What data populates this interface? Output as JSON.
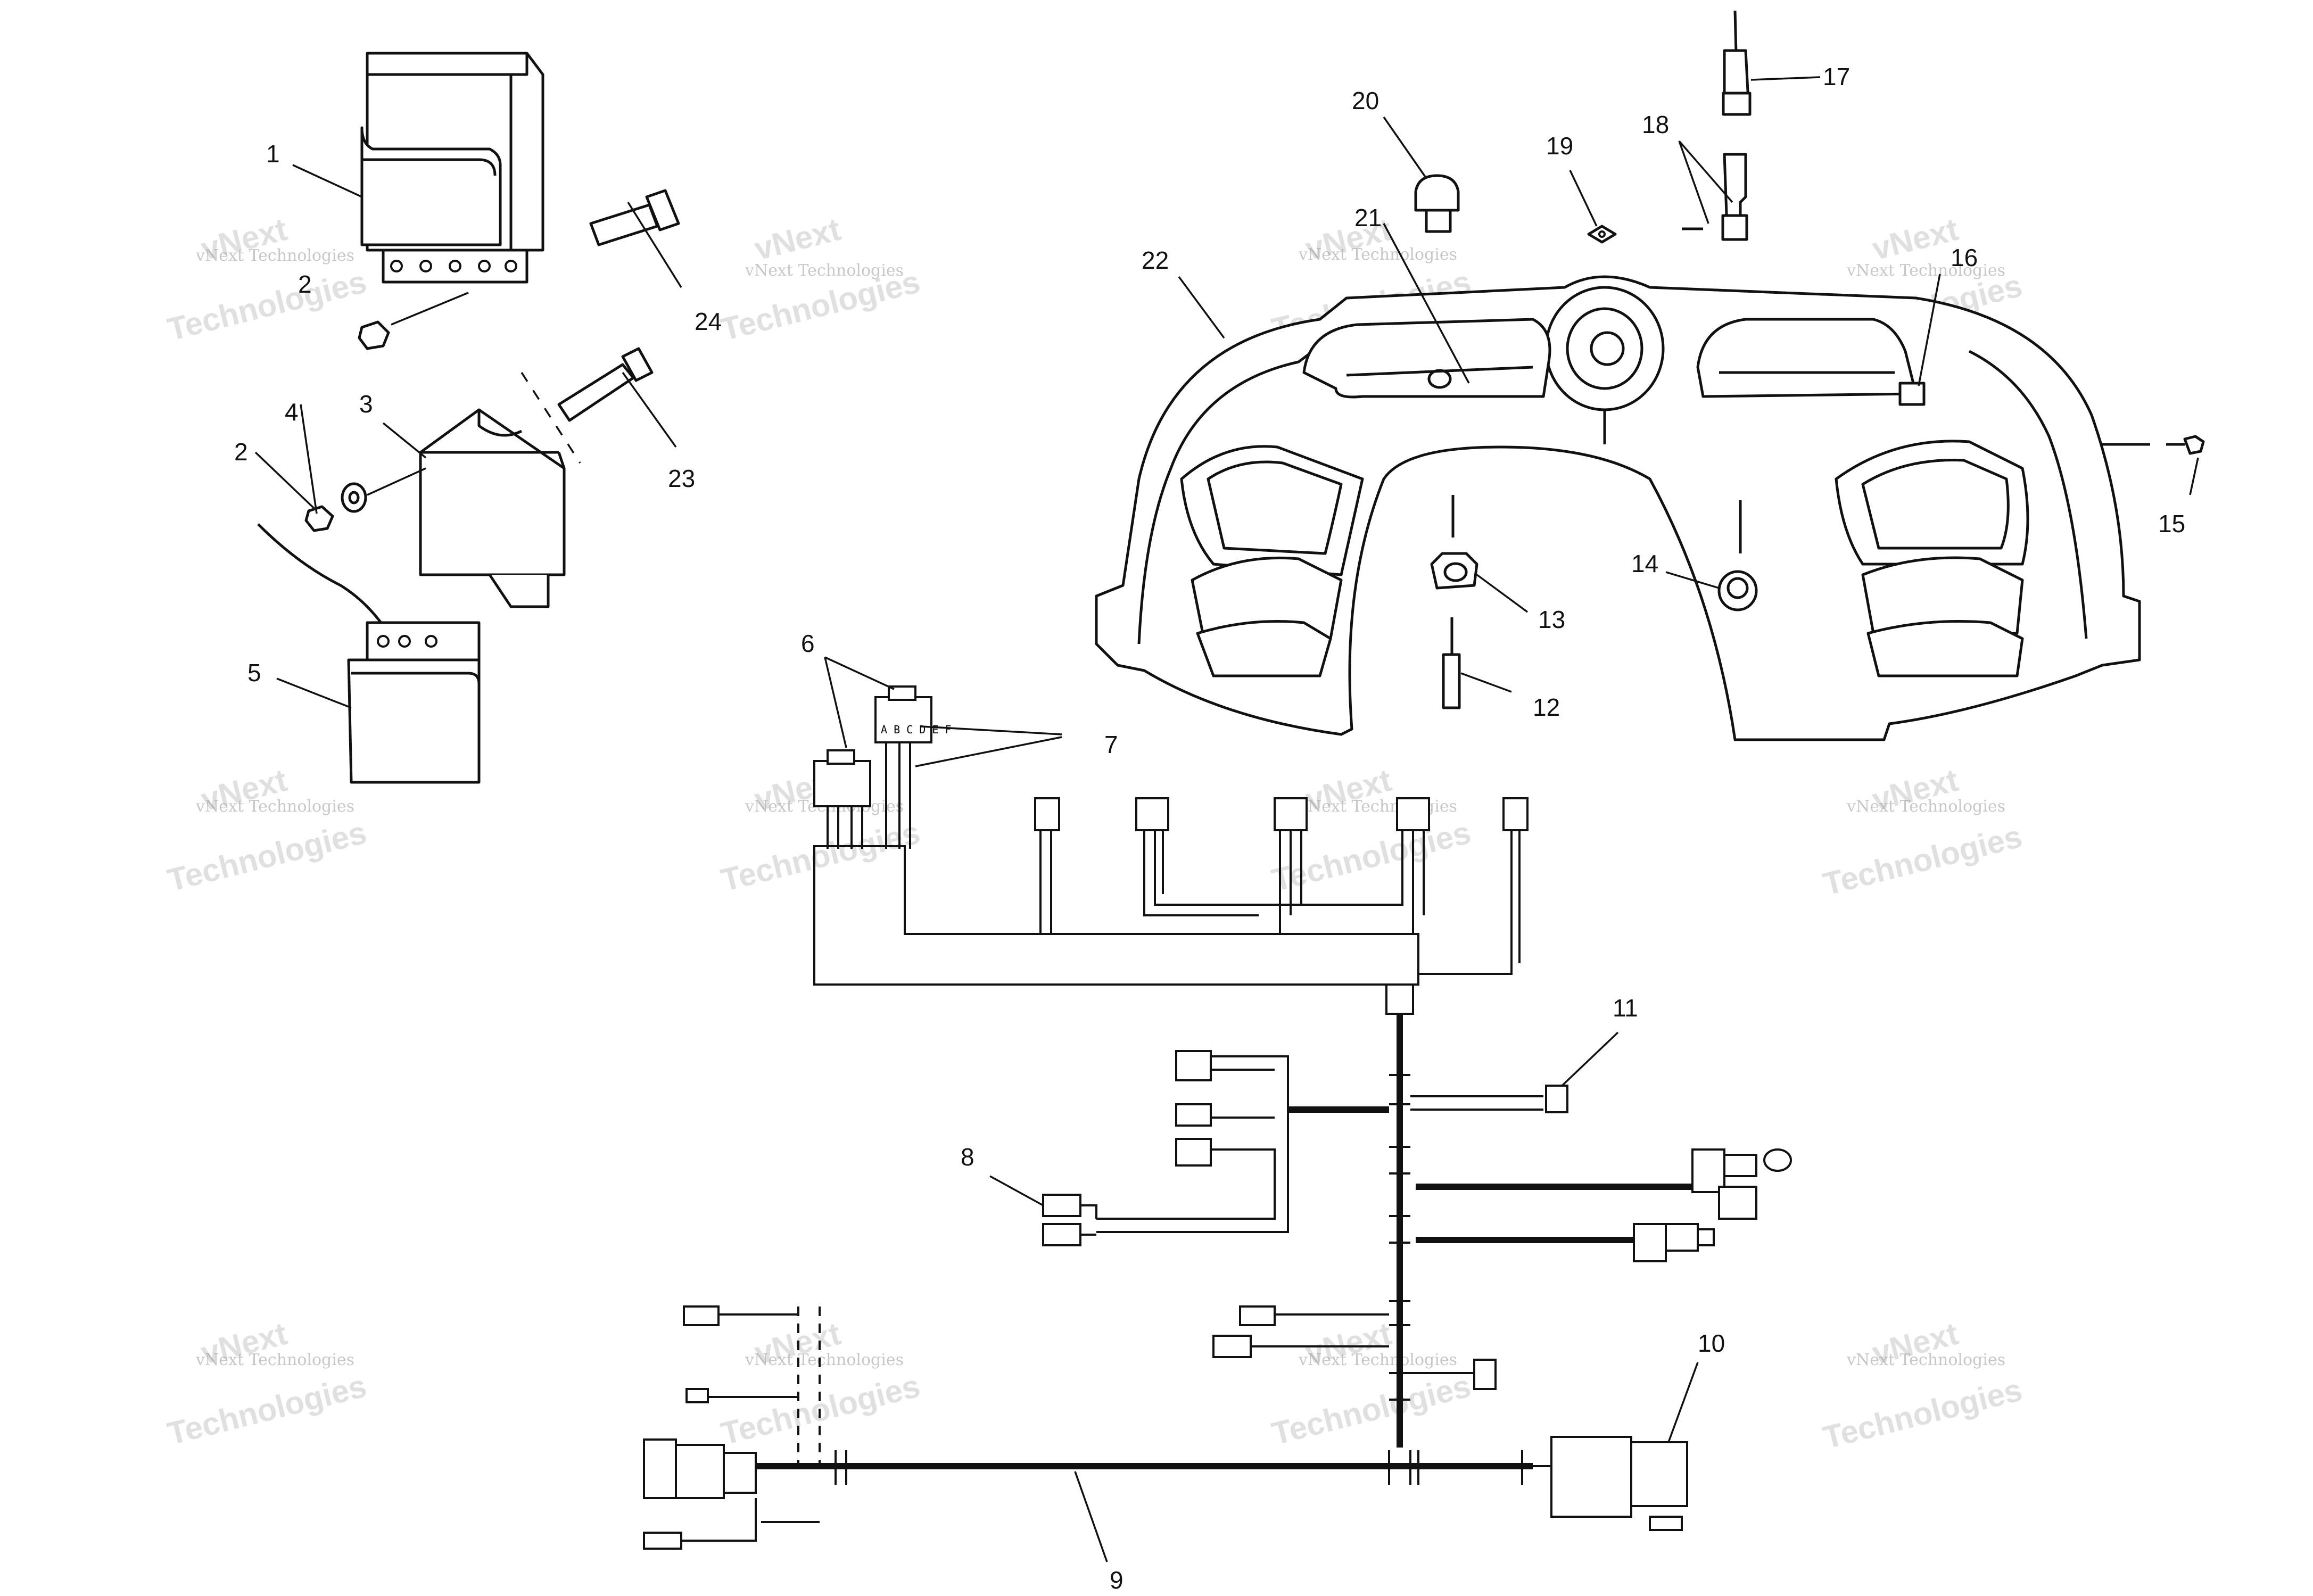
{
  "watermark": {
    "line1": "vNext",
    "line2": "vNext Technologies",
    "line3": "Technologies"
  },
  "callouts": {
    "c1": "1",
    "c2a": "2",
    "c2b": "2",
    "c3": "3",
    "c4": "4",
    "c5": "5",
    "c6": "6",
    "c7": "7",
    "c8": "8",
    "c9": "9",
    "c10": "10",
    "c11": "11",
    "c12": "12",
    "c13": "13",
    "c14": "14",
    "c15": "15",
    "c16": "16",
    "c17": "17",
    "c18": "18",
    "c19": "19",
    "c20": "20",
    "c21": "21",
    "c22": "22",
    "c23": "23",
    "c24": "24"
  },
  "connector_label": "A B C D E F"
}
